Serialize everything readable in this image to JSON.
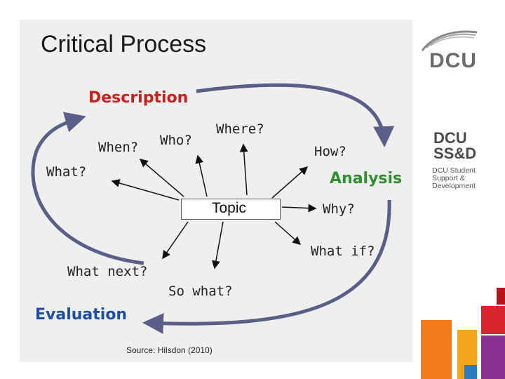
{
  "title": "Critical Process",
  "headings": {
    "description": "Description",
    "analysis": "Analysis",
    "evaluation": "Evaluation"
  },
  "questions": {
    "when": "When?",
    "who": "Who?",
    "where": "Where?",
    "how": "How?",
    "what": "What?",
    "why": "Why?",
    "what_if": "What if?",
    "what_next": "What next?",
    "so_what": "So what?"
  },
  "topic": "Topic",
  "source": "Source: Hilsdon (2010)",
  "logo": {
    "dcu": "DCU",
    "ssd_line1": "DCU",
    "ssd_line2": "SS&D",
    "ssd_sub": "DCU Student Support & Development"
  },
  "colors": {
    "description": "#c8201c",
    "analysis": "#2f8f2e",
    "evaluation": "#1f4fa0",
    "cycle_arrow": "#5a5f8a"
  }
}
